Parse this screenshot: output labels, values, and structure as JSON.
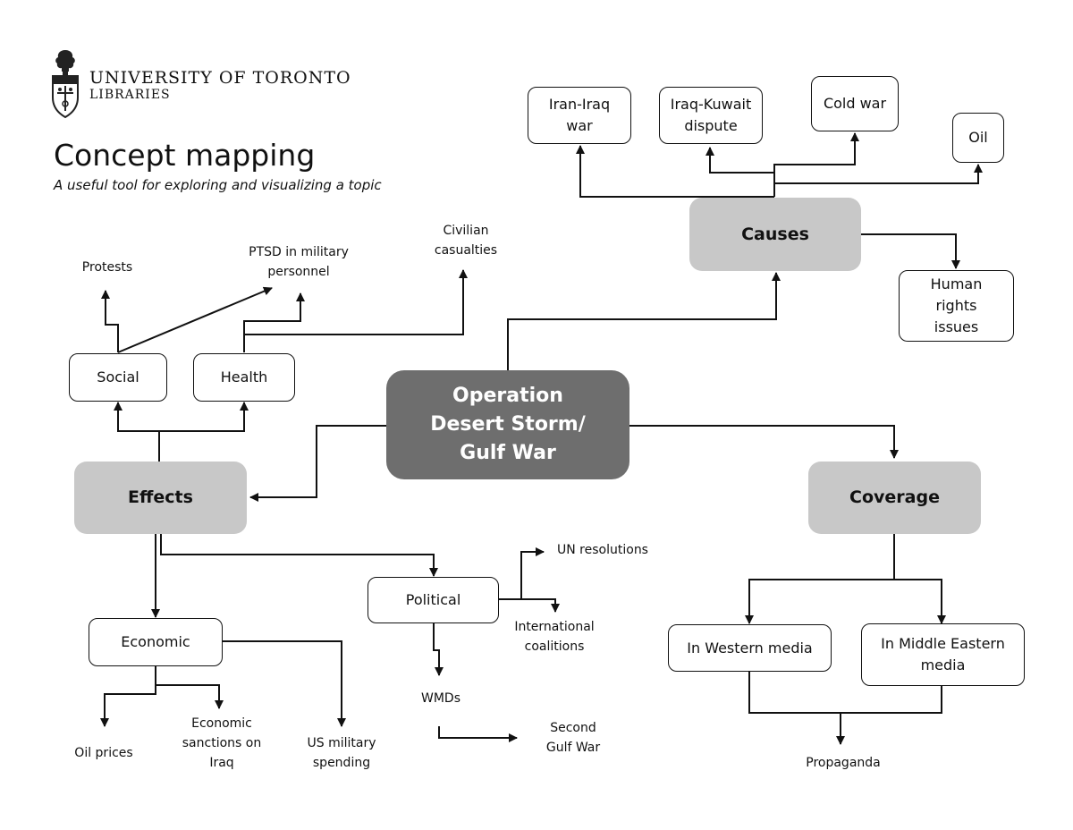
{
  "header": {
    "institution": "UNIVERSITY OF TORONTO",
    "unit": "LIBRARIES",
    "title": "Concept mapping",
    "subtitle": "A useful tool for exploring and visualizing a topic"
  },
  "nodes": {
    "central": "Operation Desert Storm/ Gulf War",
    "causes": "Causes",
    "effects": "Effects",
    "coverage": "Coverage",
    "iran_iraq": "Iran-Iraq war",
    "iraq_kuwait": "Iraq-Kuwait dispute",
    "cold_war": "Cold war",
    "oil": "Oil",
    "human_rights": "Human rights issues",
    "social": "Social",
    "health": "Health",
    "protests": "Protests",
    "ptsd": "PTSD in military personnel",
    "civilian": "Civilian casualties",
    "economic": "Economic",
    "political": "Political",
    "oil_prices": "Oil prices",
    "sanctions": "Economic sanctions on Iraq",
    "us_spending": "US military spending",
    "un_resolutions": "UN resolutions",
    "coalitions": "International coalitions",
    "wmds": "WMDs",
    "second_gulf": "Second Gulf War",
    "western": "In Western media",
    "middle_eastern": "In Middle Eastern media",
    "propaganda": "Propaganda"
  },
  "colors": {
    "central_fill": "#6e6e6e",
    "category_fill": "#c8c8c8",
    "line": "#111111"
  }
}
